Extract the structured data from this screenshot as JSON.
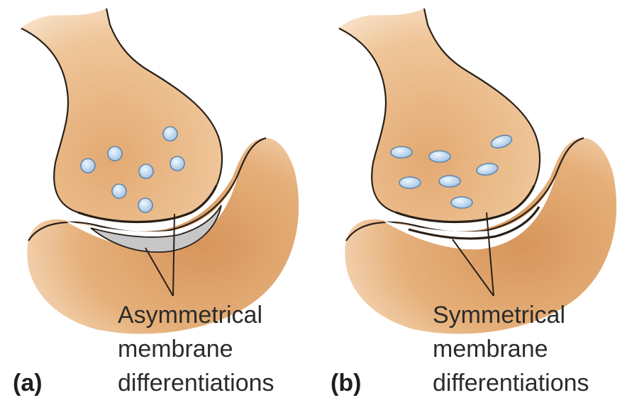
{
  "panels": [
    {
      "letter": "(a)",
      "label_lines": [
        "Asymmetrical",
        "membrane",
        "differentiations"
      ],
      "vesicle_shape": "round"
    },
    {
      "letter": "(b)",
      "label_lines": [
        "Symmetrical",
        "membrane",
        "differentiations"
      ],
      "vesicle_shape": "flattened oval"
    }
  ],
  "colors": {
    "cell_fill": "#ecbd8a",
    "cell_fill_dark": "#d9a06a",
    "outline": "#2a2018",
    "vesicle_fill": "#bfd8ee",
    "vesicle_edge": "#5f87ae",
    "cleft_fill": "#ffffff",
    "membrane_density": "#c7c7c9",
    "label_text": "#2b2b2b"
  }
}
